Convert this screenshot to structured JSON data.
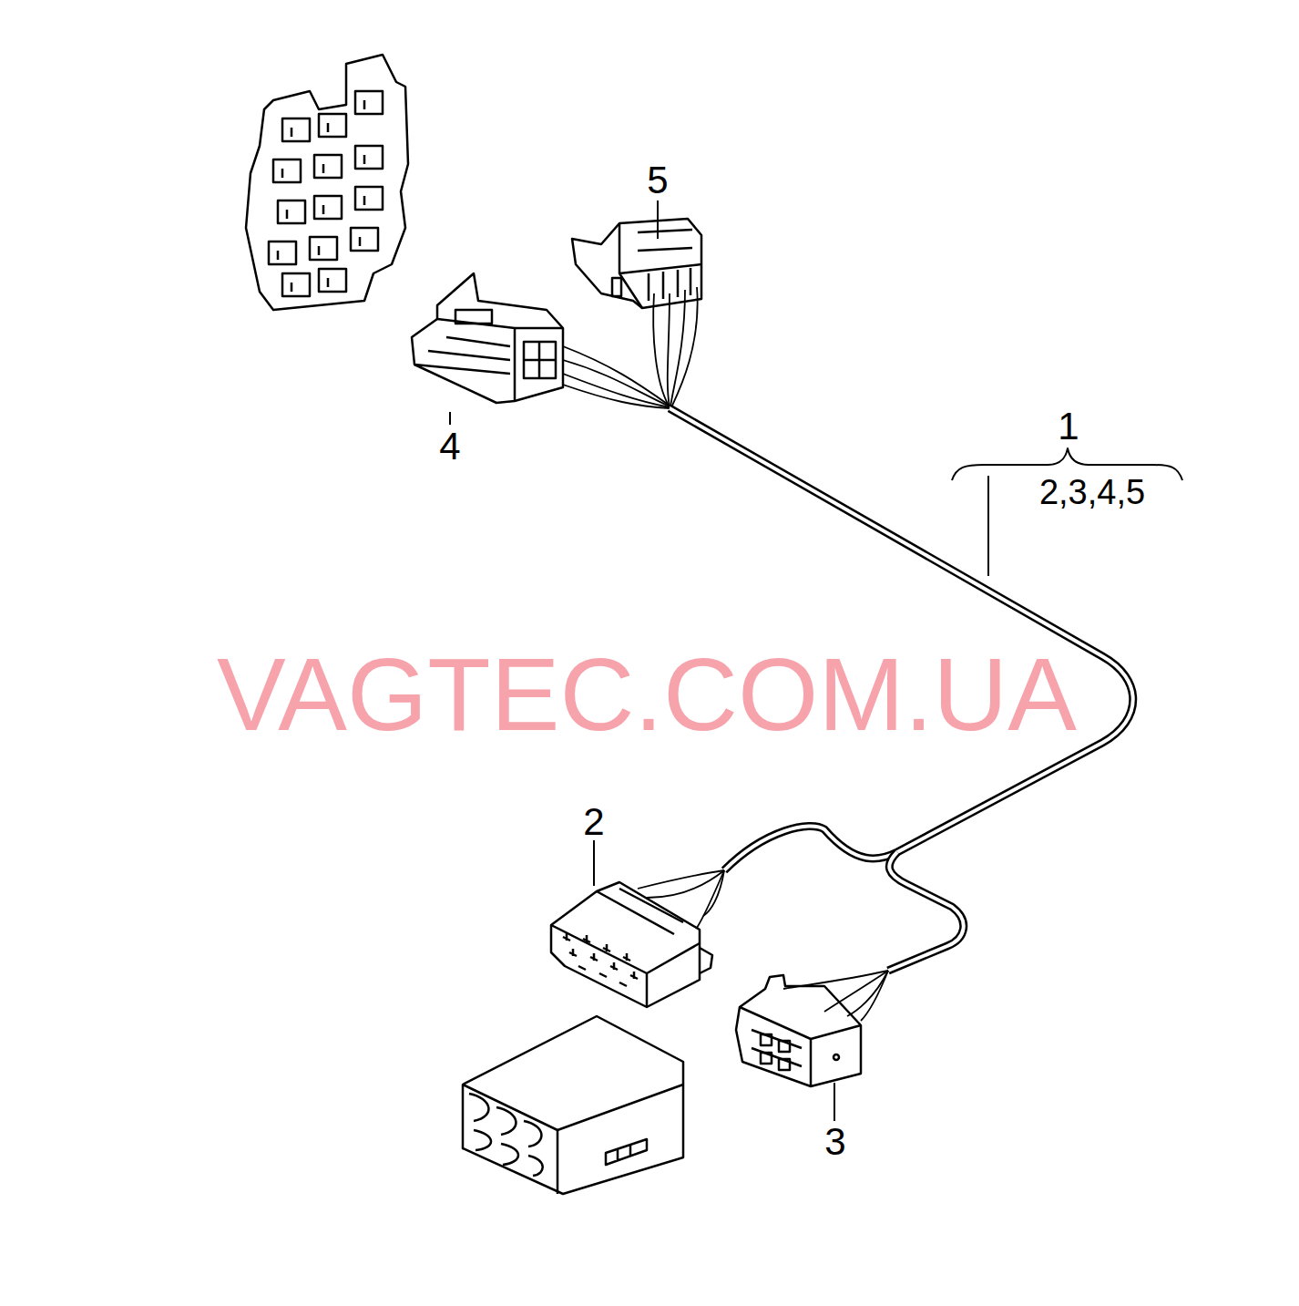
{
  "diagram": {
    "labels": [
      "5",
      "4",
      "1",
      "2,3,4,5",
      "2",
      "3",
      "VAGTEC.COM.UA"
    ]
  }
}
